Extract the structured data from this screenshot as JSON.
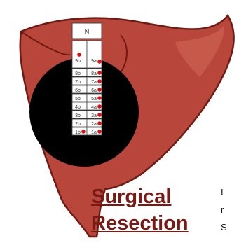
{
  "caption": {
    "line1": "Surgical",
    "line2": "Resection"
  },
  "cutoff_text": [
    "I",
    "r",
    "S"
  ],
  "grid": {
    "header": "N",
    "rows": [
      {
        "left": "9b",
        "right": "9a"
      },
      {
        "left": "8b",
        "right": "8a"
      },
      {
        "left": "7b",
        "right": "7a"
      },
      {
        "left": "6b",
        "right": "6a"
      },
      {
        "left": "5b",
        "right": "5a"
      },
      {
        "left": "4b",
        "right": "4a"
      },
      {
        "left": "3b",
        "right": "3a"
      },
      {
        "left": "2b",
        "right": "2a"
      },
      {
        "left": "1b",
        "right": "1a"
      }
    ]
  },
  "colors": {
    "liver_fill": "#b9463a",
    "liver_outline": "#6e1b14",
    "liver_highlight": "#d7715f",
    "tumor": "#000000",
    "grid_cell": "#ffffff",
    "marker": "#e01010",
    "caption": "#7a1a14"
  }
}
